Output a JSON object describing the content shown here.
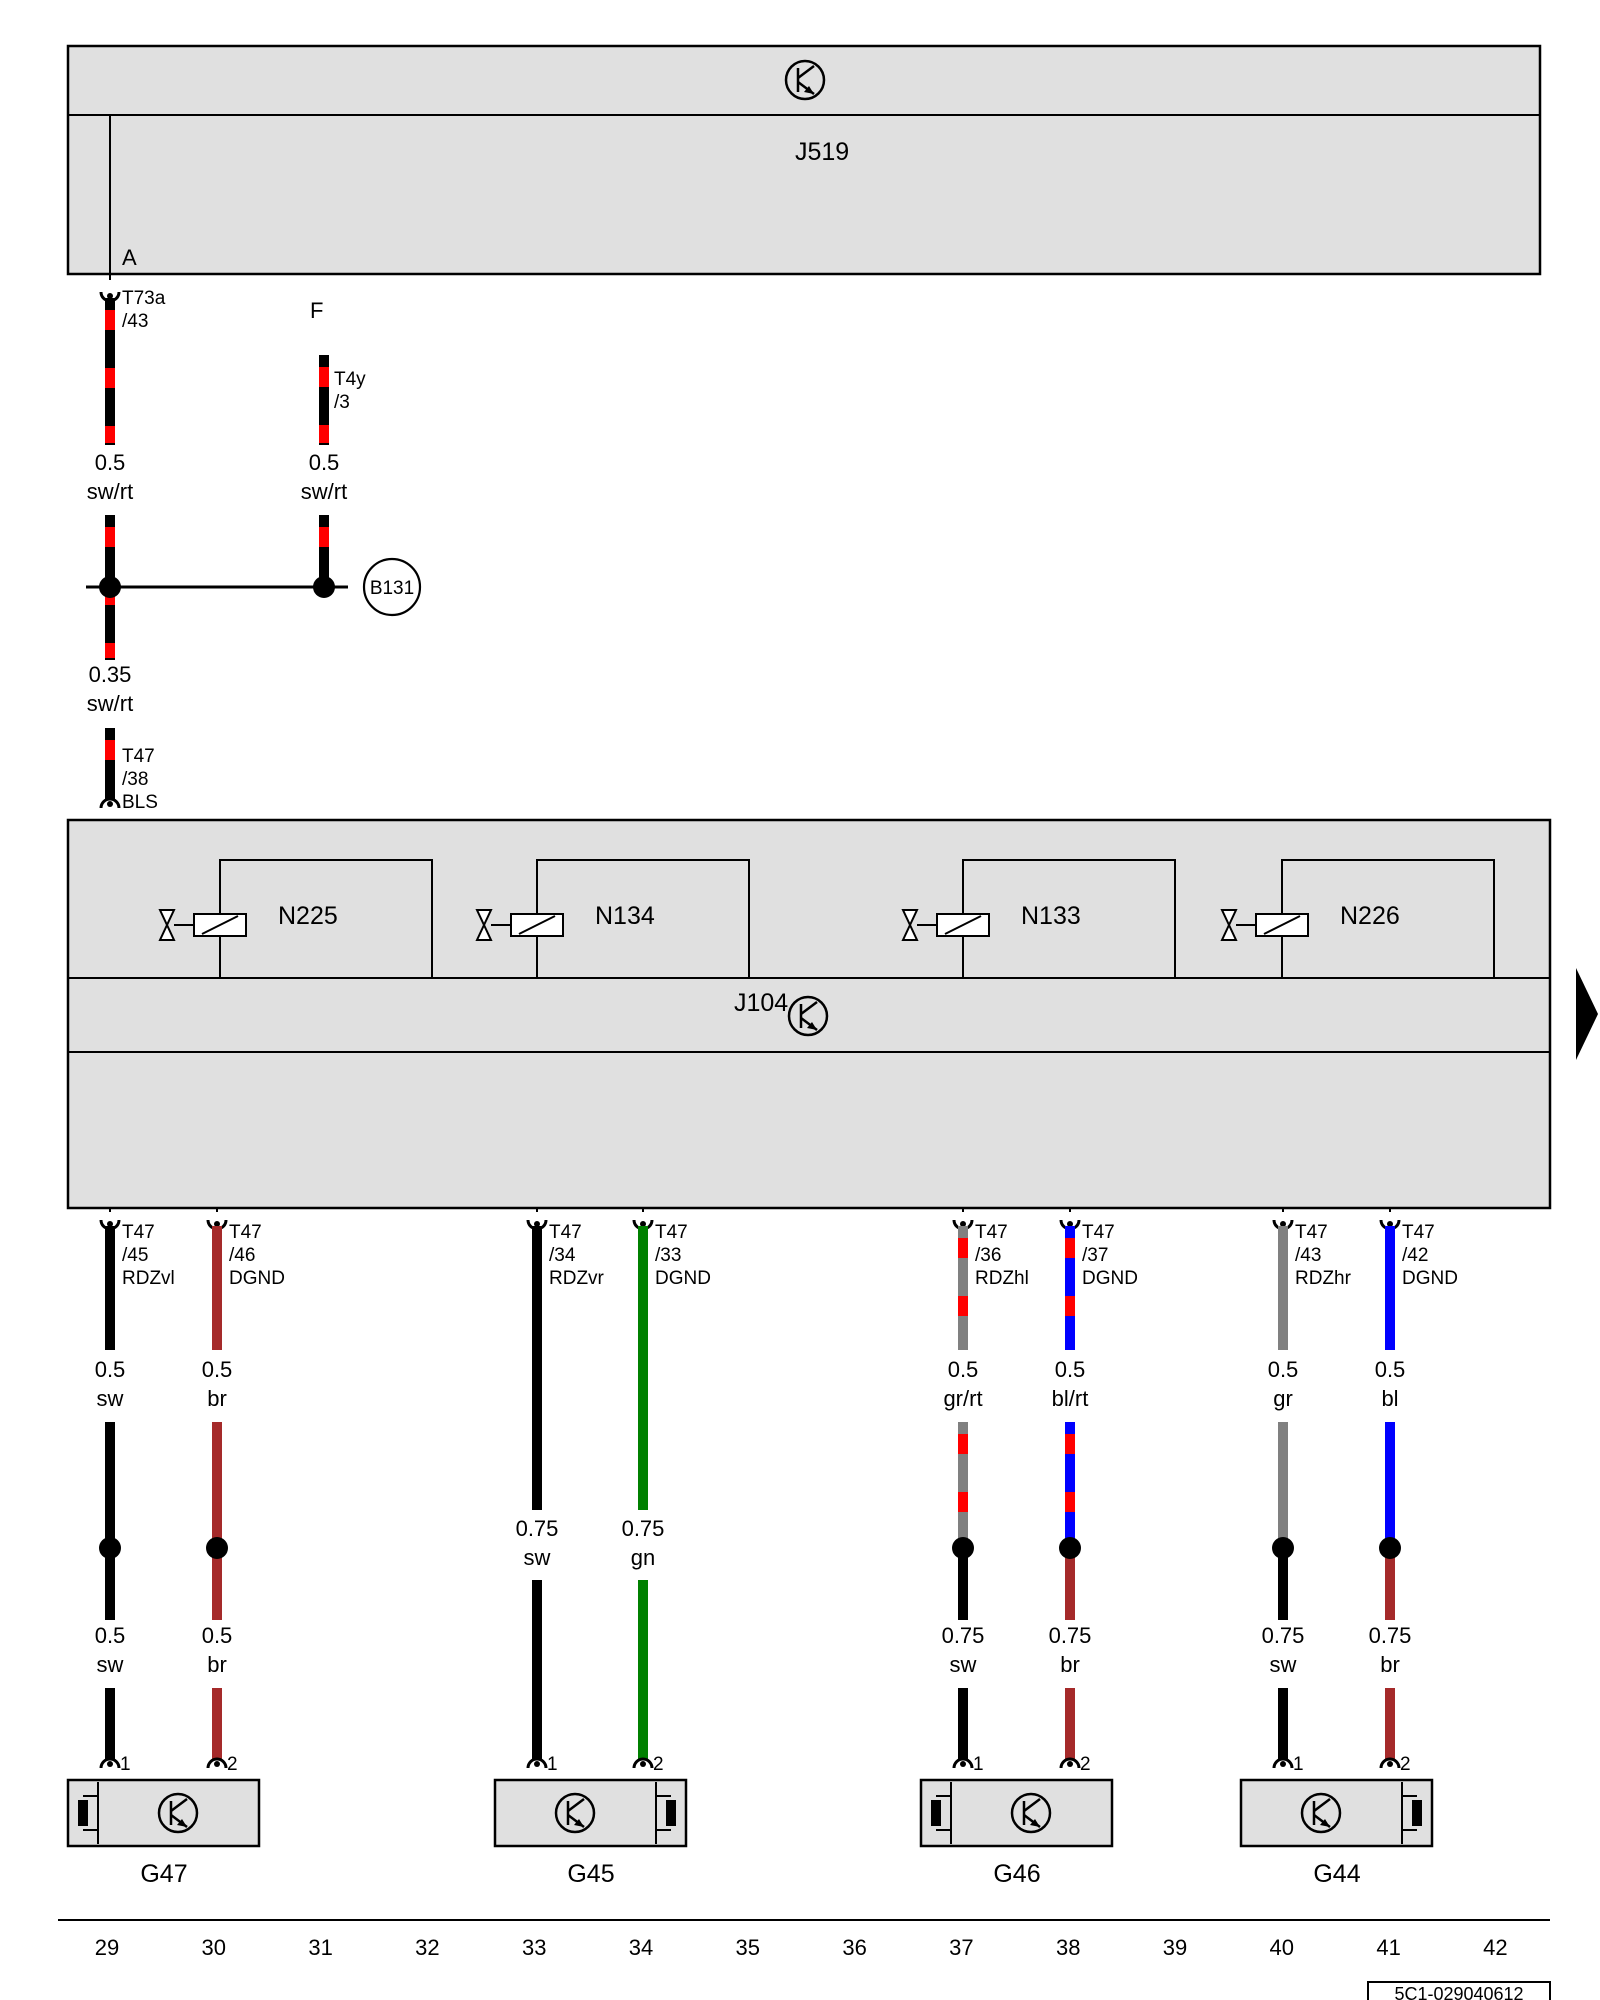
{
  "top_module": {
    "name": "J519",
    "connector_label": "A"
  },
  "mid_module": {
    "name": "J104"
  },
  "valves": [
    {
      "name": "N225"
    },
    {
      "name": "N134"
    },
    {
      "name": "N133"
    },
    {
      "name": "N226"
    }
  ],
  "feed_label": "F",
  "junction_label": "B131",
  "connectors_top": [
    {
      "lines": [
        "T73a",
        "/43"
      ]
    },
    {
      "lines": [
        "T4y",
        "/3"
      ]
    }
  ],
  "connector_bls": {
    "lines": [
      "T47",
      "/38",
      "BLS"
    ]
  },
  "connectors_bottom": [
    {
      "lines": [
        "T47",
        "/45",
        "RDZvl"
      ]
    },
    {
      "lines": [
        "T47",
        "/46",
        "DGND"
      ]
    },
    {
      "lines": [
        "T47",
        "/34",
        "RDZvr"
      ]
    },
    {
      "lines": [
        "T47",
        "/33",
        "DGND"
      ]
    },
    {
      "lines": [
        "T47",
        "/36",
        "RDZhl"
      ]
    },
    {
      "lines": [
        "T47",
        "/37",
        "DGND"
      ]
    },
    {
      "lines": [
        "T47",
        "/43",
        "RDZhr"
      ]
    },
    {
      "lines": [
        "T47",
        "/42",
        "DGND"
      ]
    }
  ],
  "wires_top": [
    {
      "size": "0.5",
      "color": "sw/rt",
      "base": "#000000",
      "stripe": "#ff0000"
    },
    {
      "size": "0.5",
      "color": "sw/rt",
      "base": "#000000",
      "stripe": "#ff0000"
    },
    {
      "size": "0.35",
      "color": "sw/rt",
      "base": "#000000",
      "stripe": "#ff0000"
    }
  ],
  "wires_bottom_upper": [
    {
      "size": "0.5",
      "color": "sw",
      "base": "#000000"
    },
    {
      "size": "0.5",
      "color": "br",
      "base": "#a52a2a"
    },
    {
      "size": "0.75",
      "color": "sw",
      "base": "#000000"
    },
    {
      "size": "0.75",
      "color": "gn",
      "base": "#008000"
    },
    {
      "size": "0.5",
      "color": "gr/rt",
      "base": "#808080",
      "stripe": "#ff0000"
    },
    {
      "size": "0.5",
      "color": "bl/rt",
      "base": "#0000ff",
      "stripe": "#ff0000"
    },
    {
      "size": "0.5",
      "color": "gr",
      "base": "#808080"
    },
    {
      "size": "0.5",
      "color": "bl",
      "base": "#0000ff"
    }
  ],
  "wires_bottom_lower": [
    {
      "size": "0.5",
      "color": "sw",
      "base": "#000000"
    },
    {
      "size": "0.5",
      "color": "br",
      "base": "#a52a2a"
    },
    null,
    null,
    {
      "size": "0.75",
      "color": "sw",
      "base": "#000000"
    },
    {
      "size": "0.75",
      "color": "br",
      "base": "#a52a2a"
    },
    {
      "size": "0.75",
      "color": "sw",
      "base": "#000000"
    },
    {
      "size": "0.75",
      "color": "br",
      "base": "#a52a2a"
    }
  ],
  "sensors": [
    {
      "name": "G47",
      "pins": [
        "1",
        "2"
      ]
    },
    {
      "name": "G45",
      "pins": [
        "1",
        "2"
      ]
    },
    {
      "name": "G46",
      "pins": [
        "1",
        "2"
      ]
    },
    {
      "name": "G44",
      "pins": [
        "1",
        "2"
      ]
    }
  ],
  "grid_numbers": [
    "29",
    "30",
    "31",
    "32",
    "33",
    "34",
    "35",
    "36",
    "37",
    "38",
    "39",
    "40",
    "41",
    "42"
  ],
  "document_ref": "5C1-029040612"
}
